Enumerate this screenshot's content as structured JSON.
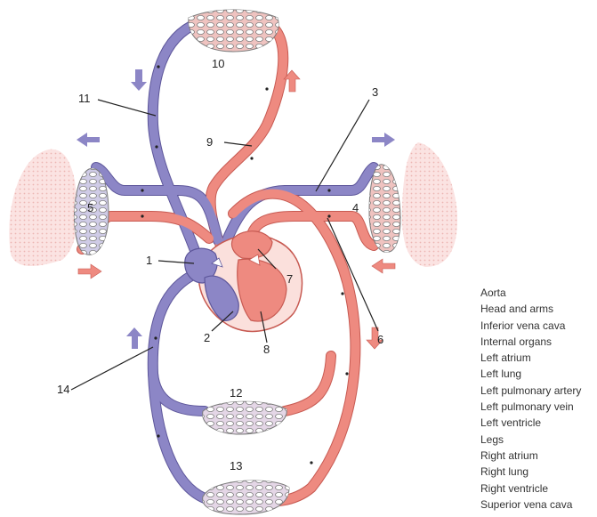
{
  "labels": [
    "1",
    "2",
    "3",
    "4",
    "5",
    "6",
    "7",
    "8",
    "9",
    "10",
    "11",
    "12",
    "13",
    "14"
  ],
  "key": [
    "Aorta",
    "Head and arms",
    "Inferior vena cava",
    "Internal organs",
    "Left atrium",
    "Left lung",
    "Left pulmonary artery",
    "Left pulmonary vein",
    "Left ventricle",
    "Legs",
    "Right atrium",
    "Right lung",
    "Right ventricle",
    "Superior vena cava"
  ],
  "colors": {
    "deoxygenated": "#8c86c6",
    "oxygenated": "#ee8a80",
    "arrow_blue": "#8c86c6",
    "arrow_red": "#ee8a80"
  }
}
